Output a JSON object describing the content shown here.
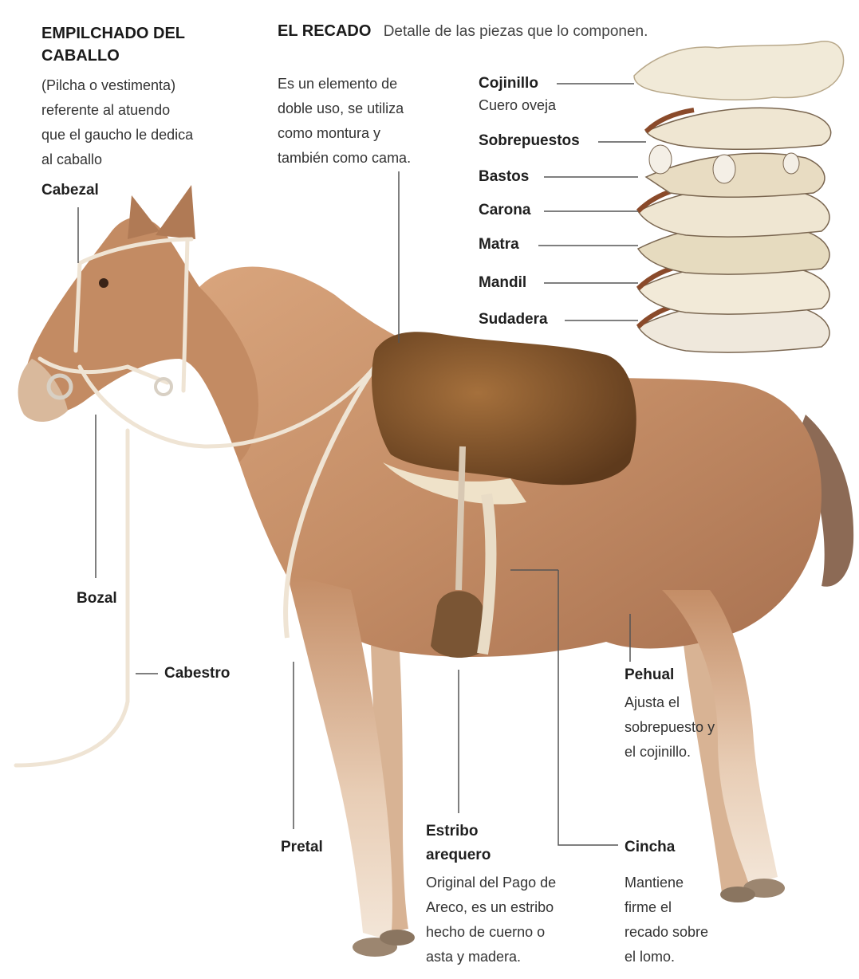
{
  "left_header": {
    "title_line1": "EMPILCHADO DEL",
    "title_line2": "CABALLO",
    "desc": [
      "(Pilcha o vestimenta)",
      "referente al atuendo",
      "que el gaucho le dedica",
      "al caballo"
    ]
  },
  "recado_header": {
    "title": "EL RECADO",
    "subtitle": "Detalle de las piezas que lo componen.",
    "desc": [
      "Es un elemento de",
      "doble uso, se utiliza",
      "como montura y",
      "también como cama."
    ]
  },
  "layers": [
    {
      "name": "Cojinillo",
      "sub": "Cuero oveja"
    },
    {
      "name": "Sobrepuestos"
    },
    {
      "name": "Bastos"
    },
    {
      "name": "Carona"
    },
    {
      "name": "Matra"
    },
    {
      "name": "Mandil"
    },
    {
      "name": "Sudadera"
    }
  ],
  "horse_labels": {
    "cabezal": "Cabezal",
    "bozal": "Bozal",
    "cabestro": "Cabestro",
    "pretal": "Pretal"
  },
  "estribo": {
    "title1": "Estribo",
    "title2": "arequero",
    "desc": [
      "Original del Pago de",
      "Areco, es un estribo",
      "hecho de cuerno o",
      "asta y madera."
    ]
  },
  "pehual": {
    "title": "Pehual",
    "desc": [
      "Ajusta el",
      "sobrepuesto y",
      "el cojinillo."
    ]
  },
  "cincha": {
    "title": "Cincha",
    "desc": [
      "Mantiene",
      "firme el",
      "recado sobre",
      "el lomo."
    ]
  },
  "colors": {
    "horse": "#c9936a",
    "horse_dark": "#8c5a3a",
    "fleece": "#8a5a2c",
    "leader_line": "#555555"
  }
}
